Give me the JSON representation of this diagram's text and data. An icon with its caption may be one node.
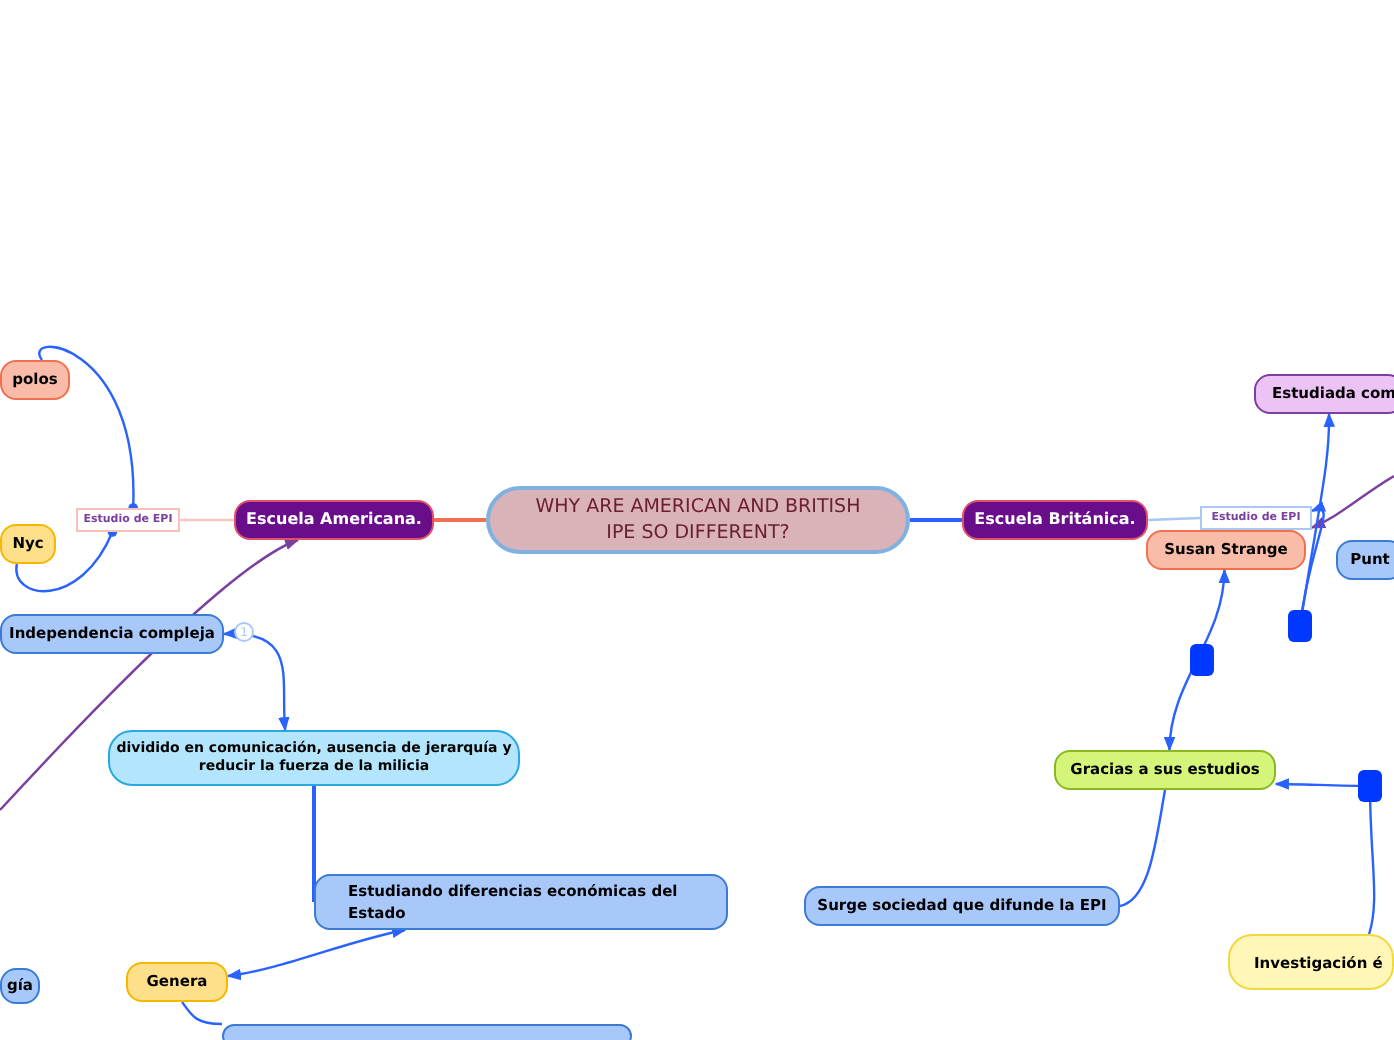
{
  "diagram": {
    "nodes": [
      {
        "text": [
          "WHY ARE AMERICAN AND BRITISH IPE SO DIFFERENT?"
        ]
      },
      {
        "text": [
          "Escuela Americana."
        ]
      },
      {
        "text": [
          "Estudio de EPI"
        ]
      },
      {
        "text": [
          "polos"
        ]
      },
      {
        "text": [
          "Nyc"
        ]
      },
      {
        "text": [
          "Independencia compleja"
        ]
      },
      {
        "text": [
          "dividido en comunicación, ausencia de jerarquía y reducir la fuerza de la milicia"
        ]
      },
      {
        "text": [
          "Estudiando diferencias económicas del Estado"
        ]
      },
      {
        "text": [
          "Genera"
        ]
      },
      {
        "text": [
          "gía"
        ]
      },
      {
        "text": [],
        "shape": "box"
      },
      {
        "text": [
          "Escuela Británica."
        ]
      },
      {
        "text": [
          "Estudio de EPI"
        ]
      },
      {
        "text": [
          "Susan Strange"
        ]
      },
      {
        "text": [
          "Estudiada com"
        ]
      },
      {
        "text": [
          "Punt"
        ]
      },
      {
        "text": [
          "Gracias a sus estudios"
        ]
      },
      {
        "text": [
          "Surge sociedad que difunde la EPI"
        ]
      },
      {
        "text": [
          "Investigación é"
        ]
      }
    ],
    "edges": [
      {
        "from": 0,
        "to": 1,
        "arrow": "none",
        "color": "#f07050"
      },
      {
        "from": 0,
        "to": 11,
        "arrow": "none"
      },
      {
        "from": 1,
        "to": 2,
        "arrow": "none",
        "color": "#f8c8c0"
      },
      {
        "from": 2,
        "to": 3,
        "arrow": "other"
      },
      {
        "from": 2,
        "to": 4,
        "arrow": "other"
      },
      {
        "from": null,
        "to": 1,
        "arrow": "to",
        "color": "#7b3fa0"
      },
      {
        "from": 6,
        "to": 5,
        "arrow": "both"
      },
      {
        "from": 6,
        "to": 7,
        "arrow": "none"
      },
      {
        "from": 7,
        "to": 8,
        "arrow": "both"
      },
      {
        "from": 8,
        "to": 10,
        "arrow": "none"
      },
      {
        "from": 11,
        "to": 12,
        "arrow": "none",
        "color": "#a8c8f0"
      },
      {
        "from": null,
        "to": 12,
        "arrow": "to",
        "color": "#7b3fa0"
      },
      {
        "from": null,
        "to": 12,
        "arrow": "to"
      },
      {
        "from": null,
        "to": 14,
        "arrow": "to"
      },
      {
        "from": 13,
        "to": 16,
        "arrow": "both"
      },
      {
        "from": 17,
        "to": 16,
        "arrow": "none"
      },
      {
        "from": null,
        "to": 16,
        "arrow": "to"
      },
      {
        "from": null,
        "to": 18,
        "arrow": "none"
      }
    ],
    "labels": [
      "1"
    ]
  }
}
